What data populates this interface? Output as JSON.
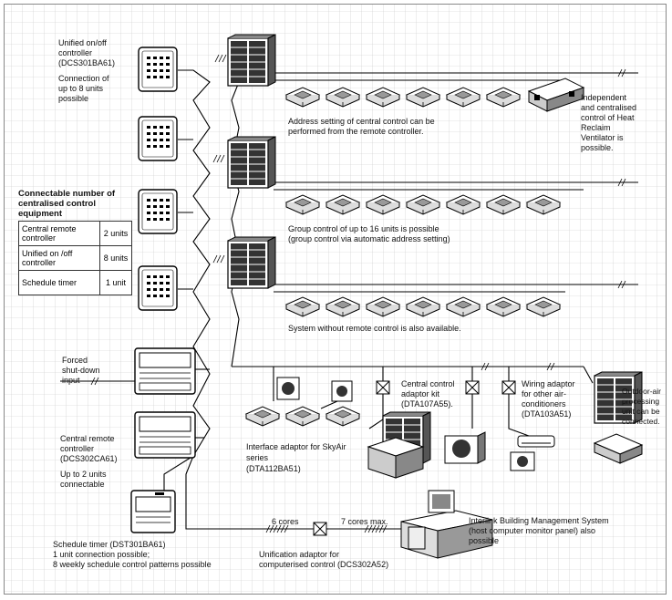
{
  "labels": {
    "unified_title": "Unified on/off",
    "unified_title2": "controller",
    "unified_model": "(DCS301BA61)",
    "unified_conn1": "Connection of",
    "unified_conn2": "up to 8 units",
    "unified_conn3": "possible",
    "addr1": "Address setting of central control can be",
    "addr2": "performed from the remote controller.",
    "hrv1": "Independent",
    "hrv2": "and centralised",
    "hrv3": "control of Heat",
    "hrv4": "Reclaim",
    "hrv5": "Ventilator is",
    "hrv6": "possible.",
    "conn_title1": "Connectable number of",
    "conn_title2": "centralised control",
    "conn_title3": "equipment",
    "group1": "Group control of up to 16 units is possible",
    "group2": "(group control via automatic address setting)",
    "noremote": "System without remote control is also available.",
    "forced1": "Forced",
    "forced2": "shut-down",
    "forced3": "input",
    "ccak1": "Central control",
    "ccak2": "adaptor kit",
    "ccak3": "(DTA107A55).",
    "wiring1": "Wiring adaptor",
    "wiring2": "for other air-",
    "wiring3": "conditioners",
    "wiring4": "(DTA103A51)",
    "outdoor1": "Outdoor-air",
    "outdoor2": "processing",
    "outdoor3": "unit can be",
    "outdoor4": "connected.",
    "crc1": "Central remote",
    "crc2": "controller",
    "crc3": "(DCS302CA61)",
    "crc4": "Up to 2 units",
    "crc5": "connectable",
    "skyair1": "Interface adaptor for SkyAir",
    "skyair2": "series",
    "skyair3": "(DTA112BA51)",
    "cores6": "6 cores",
    "cores7": "7 cores max.",
    "bms1": "Interlink Building Management System",
    "bms2": "(host computer monitor panel) also",
    "bms3": "possible",
    "sched1": "Schedule timer (DST301BA61)",
    "sched2": "1 unit connection possible;",
    "sched3": "8 weekly schedule control patterns possible",
    "unif1": "Unification adaptor for",
    "unif2": "computerised control (DCS302A52)"
  },
  "table": [
    {
      "name": "Central remote controller",
      "value": "2 units"
    },
    {
      "name": "Unified on /off controller",
      "value": "8 units"
    },
    {
      "name": "Schedule timer",
      "value": "1 unit"
    }
  ]
}
